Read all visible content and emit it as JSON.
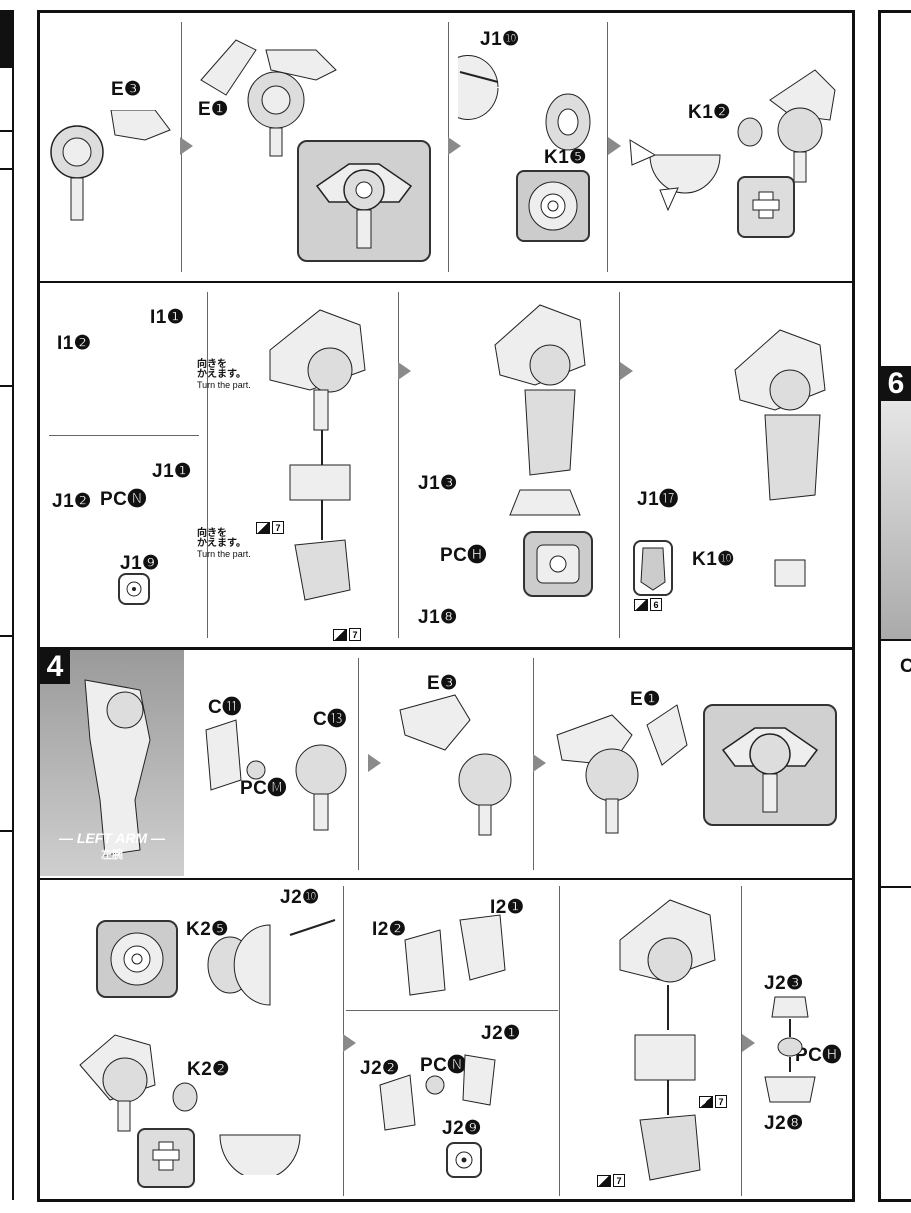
{
  "step_4": {
    "number": "4",
    "banner_en": "— LEFT ARM —",
    "banner_jp": "左腕"
  },
  "step_6": {
    "number": "6"
  },
  "notes": {
    "turn_jp": "向きを\nかえます。",
    "turn_en": "Turn the part."
  },
  "labels": {
    "e3": "E❸",
    "e1": "E❶",
    "j1_10": "J1❿",
    "k1_5": "K1❺",
    "k1_2": "K1❷",
    "i1_2": "I1❷",
    "i1_1": "I1❶",
    "j1_1": "J1❶",
    "j1_2": "J1❷",
    "pc_n": "PC🅝",
    "j1_9": "J1❾",
    "j1_3": "J1❸",
    "pc_h": "PC🅗",
    "j1_8": "J1❽",
    "j1_17": "J1⓱",
    "k1_10": "K1❿",
    "c11": "C⓫",
    "c13": "C⓭",
    "pc_m": "PC🅜",
    "e3b": "E❸",
    "e1b": "E❶",
    "k2_5": "K2❺",
    "j2_10": "J2❿",
    "i2_2": "I2❷",
    "i2_1": "I2❶",
    "k2_2": "K2❷",
    "j2_1": "J2❶",
    "j2_2": "J2❷",
    "pc_n2": "PC🅝",
    "j2_9": "J2❾",
    "j2_3": "J2❸",
    "pc_h2": "PC🅗",
    "j2_8": "J2❽",
    "c_edge": "C"
  },
  "tags": {
    "seven": "7",
    "six": "6"
  }
}
